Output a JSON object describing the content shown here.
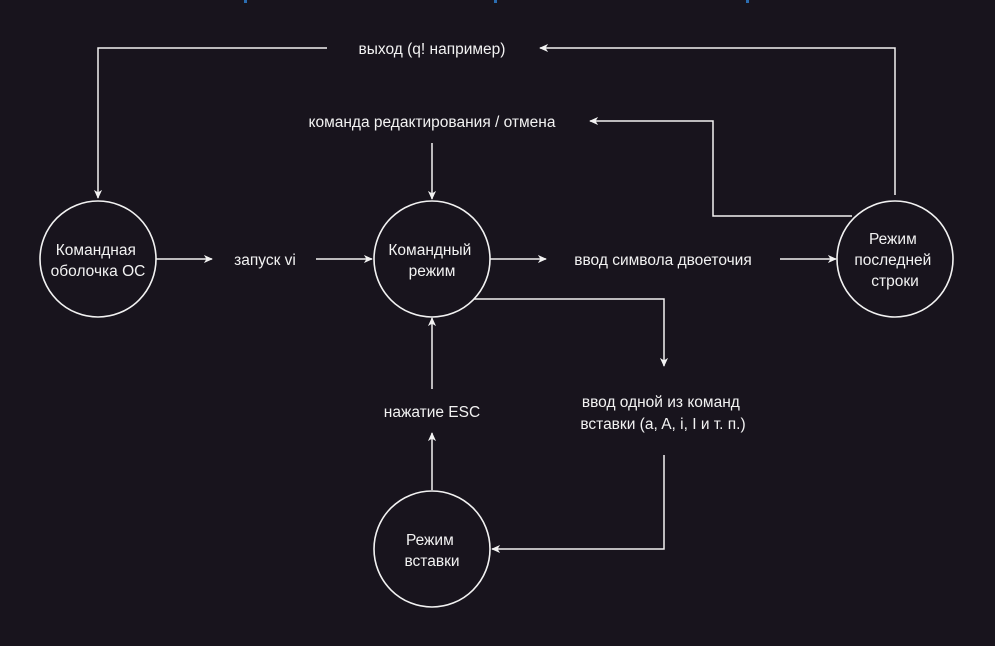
{
  "colors": {
    "background": "#18141d",
    "foreground": "#f2f2f2",
    "top_marks": "#2b6cb0"
  },
  "nodes": {
    "shell": {
      "lines": [
        "Командная",
        "оболочка ОС"
      ]
    },
    "command_mode": {
      "lines": [
        "Командный",
        "режим"
      ]
    },
    "last_line_mode": {
      "lines": [
        "Режим",
        "последней",
        "строки"
      ]
    },
    "insert_mode": {
      "lines": [
        "Режим",
        "вставки"
      ]
    }
  },
  "edges": {
    "exit": {
      "lines": [
        "выход (q! например)"
      ]
    },
    "edit_command": {
      "lines": [
        "команда редактирования / отмена"
      ]
    },
    "start_vi": {
      "lines": [
        "запуск vi"
      ]
    },
    "colon_input": {
      "lines": [
        "ввод символа двоеточия"
      ]
    },
    "insert_commands": {
      "lines": [
        "ввод одной из команд",
        "вставки (a, A, i, I и т. п.)"
      ]
    },
    "esc_press": {
      "lines": [
        "нажатие ESC"
      ]
    }
  }
}
